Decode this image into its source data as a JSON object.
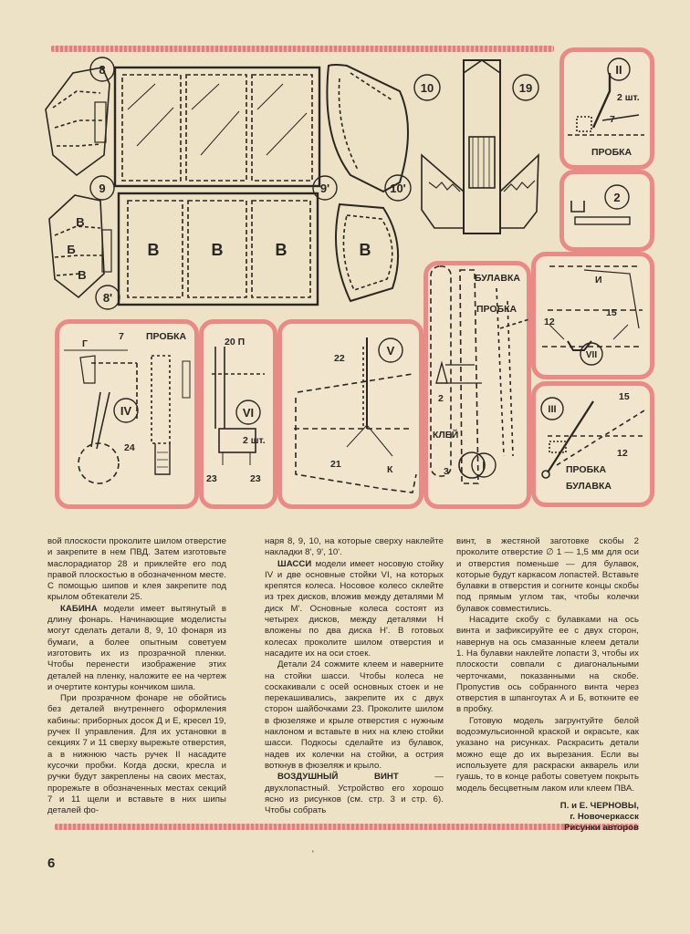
{
  "labels": {
    "n8": "8",
    "n9": "9",
    "n9p": "9'",
    "n8p": "8'",
    "n10": "10",
    "n10p": "10'",
    "n19": "19",
    "rII": "II",
    "two_pcs_a": "2 шт.",
    "n7a": "7",
    "probka_a": "ПРОБКА",
    "n2": "2",
    "I_letter": "И",
    "n15a": "15",
    "n12a": "12",
    "rVII": "VII",
    "rIII": "III",
    "n15b": "15",
    "n12b": "12",
    "probka_b": "ПРОБКА",
    "bulavka_b": "БУЛАВКА",
    "G_letter": "Г",
    "n7b": "7",
    "probka_c": "ПРОБКА",
    "rIV": "IV",
    "n24": "24",
    "n20p": "20 П",
    "rVI": "VI",
    "two_pcs_b": "2 шт.",
    "n23a": "23",
    "n23b": "23",
    "n22": "22",
    "rV": "V",
    "n21": "21",
    "K_letter": "К",
    "bulavka_c": "БУЛАВКА",
    "probka_d": "ПРОБКА",
    "n2b": "2",
    "klei": "КЛЕЙ",
    "n3": "3",
    "rI": "I",
    "V_letter": "В",
    "B_letter": "Б"
  },
  "article": {
    "col1": [
      "вой плоскости проколите шилом отверстие и закрепите в нем ПВД. Затем изготовьте маслорадиатор 28 и приклейте его под правой плоскостью в обозначенном месте. С помощью шипов и клея закрепите под крылом обтекатели 25.",
      "модели имеет вытянутый в длину фонарь. Начинающие моделисты могут сделать детали 8, 9, 10 фонаря из бумаги, а более опытным советуем изготовить их из прозрачной пленки. Чтобы перенести изображение этих деталей на пленку, наложите ее на чертеж и очертите контуры кончиком шила.",
      "При прозрачном фонаре не обойтись без деталей внутреннего оформления кабины: приборных досок Д и Е, кресел 19, ручек II управления. Для их установки в секциях 7 и 11 сверху вырежьте отверстия, а в нижнюю часть ручек II насадите кусочки пробки. Когда доски, кресла и ручки будут закреплены на своих местах, прорежьте в обозначенных местах секций 7 и 11 щели и вставьте в них шипы деталей фо-"
    ],
    "kabina": "КАБИНА",
    "col2a": "наря 8, 9, 10, на которые сверху наклейте накладки 8', 9', 10'.",
    "shassi": "ШАССИ",
    "col2b": "модели имеет носовую стойку IV и две основные стойки VI, на которых крепятся колеса. Носовое колесо склейте из трех дисков, вложив между деталями М диск М'. Основные колеса состоят из четырех дисков, между деталями Н вложены по два диска Н'. В готовых колесах проколите шилом отверстия и насадите их на оси стоек.",
    "col2c": "Детали 24 сожмите клеем и наверните на стойки шасси. Чтобы колеса не соскакивали с осей основных стоек и не перекашивались, закрепите их с двух сторон шайбочками 23. Проколите шилом в фюзеляже и крыле отверстия с нужным наклоном и вставьте в них на клею стойки шасси. Подкосы сделайте из булавок, надев их колечки на стойки, а острия воткнув в фюзеляж и крыло.",
    "vint": "ВОЗДУШНЫЙ ВИНТ",
    "col2d": " — двухлопастный. Устройство его хорошо ясно из рисунков (см. стр. 3 и стр. 6). Чтобы собрать",
    "col3": [
      "винт, в жестяной заготовке скобы 2 проколите отверстие ∅ 1 — 1,5 мм для оси и отверстия поменьше — для булавок, которые будут каркасом лопастей. Вставьте булавки в отверстия и согните концы скобы под прямым углом так, чтобы колечки булавок совместились.",
      "Насадите скобу с булавками на ось винта и зафиксируйте ее с двух сторон, навернув на ось смазанные клеем детали 1. На булавки наклейте лопасти 3, чтобы их плоскости совпали с диагональными черточками, показанными на скобе. Пропустив ось собранного винта через отверстия в шпангоутах А и Б, воткните ее в пробку.",
      "Готовую модель загрунтуйте белой водоэмульсионной краской и окрасьте, как указано на рисунках. Раскрасить детали можно еще до их вырезания. Если вы используете для раскраски акварель или гуашь, то в конце работы советуем покрыть модель бесцветным лаком или клеем ПВА."
    ],
    "authors": "П. и Е. ЧЕРНОВЫ,",
    "city": "г. Новочеркасск",
    "credits": "Рисунки авторов"
  },
  "page_number": "6",
  "stray_mark": "'",
  "colors": {
    "panel_border": "#ea8a86",
    "paper": "#ede1c6",
    "ink": "#2a2622"
  }
}
